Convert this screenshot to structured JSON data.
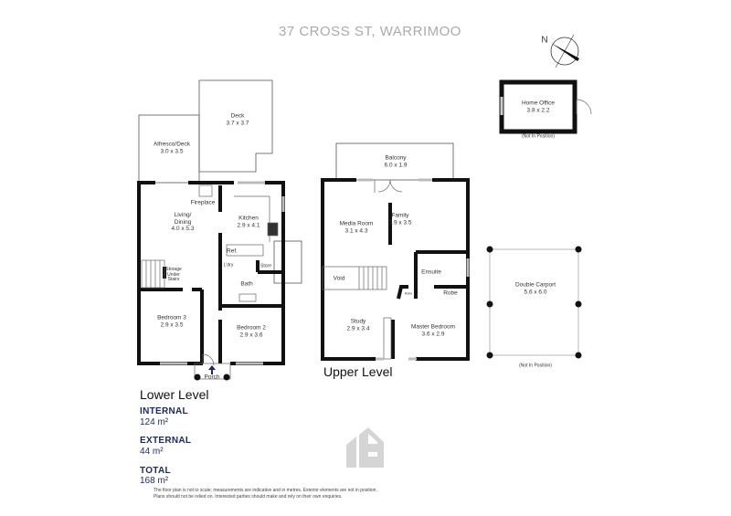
{
  "title": "37 CROSS ST, WARRIMOO",
  "compass": {
    "label": "N"
  },
  "lower_level": {
    "label": "Lower Level",
    "rooms": {
      "deck": {
        "name": "Deck",
        "dims": "3.7 x 3.7"
      },
      "alfresco": {
        "name": "Alfresco/Deck",
        "dims": "3.0 x 3.5"
      },
      "fireplace": {
        "name": "Fireplace"
      },
      "living": {
        "name1": "Living/",
        "name2": "Dining",
        "dims": "4.0 x 5.3"
      },
      "kitchen": {
        "name": "Kitchen",
        "dims": "2.9 x 4.1"
      },
      "ref": {
        "name": "Ref."
      },
      "laundry": {
        "name": "L'dry"
      },
      "store": {
        "name": "Store"
      },
      "bath": {
        "name": "Bath"
      },
      "storage": {
        "name1": "Storage",
        "name2": "Under",
        "name3": "Stairs"
      },
      "bedroom3": {
        "name": "Bedroom 3",
        "dims": "2.9 x 3.5"
      },
      "bedroom2": {
        "name": "Bedroom 2",
        "dims": "2.9 x 3.6"
      },
      "porch": {
        "name": "Porch"
      }
    }
  },
  "upper_level": {
    "label": "Upper Level",
    "rooms": {
      "balcony": {
        "name": "Balcony",
        "dims": "6.0 x 1.9"
      },
      "media": {
        "name": "Media Room",
        "dims": "3.1 x 4.3"
      },
      "family": {
        "name": "Family",
        "dims": "3.9 x 3.5"
      },
      "void": {
        "name": "Void"
      },
      "ensuite": {
        "name": "Ensuite"
      },
      "robe": {
        "name": "Robe"
      },
      "robe_small": {
        "name": "Robe"
      },
      "study": {
        "name": "Study",
        "dims": "2.9 x 3.4"
      },
      "master": {
        "name": "Master Bedroom",
        "dims": "3.6 x 2.9"
      }
    }
  },
  "home_office": {
    "name": "Home Office",
    "dims": "3.8 x 2.2",
    "note": "(Not In Position)"
  },
  "carport": {
    "name": "Double Carport",
    "dims": "5.6 x 6.0",
    "note": "(Not In Position)"
  },
  "areas": {
    "internal_label": "INTERNAL",
    "internal_value": "124 m²",
    "external_label": "EXTERNAL",
    "external_value": "44 m²",
    "total_label": "TOTAL",
    "total_value": "168 m²"
  },
  "disclaimer": {
    "line1": "The floor plan is not to scale; measurements are indicative and in metres. Exterior elements are not in position.",
    "line2": "Plans should not be relied on. Interested parties should make and rely on their own enquiries."
  },
  "colors": {
    "wall": "#111111",
    "accent": "#1b2a5c",
    "logo": "#d0d0d0"
  }
}
